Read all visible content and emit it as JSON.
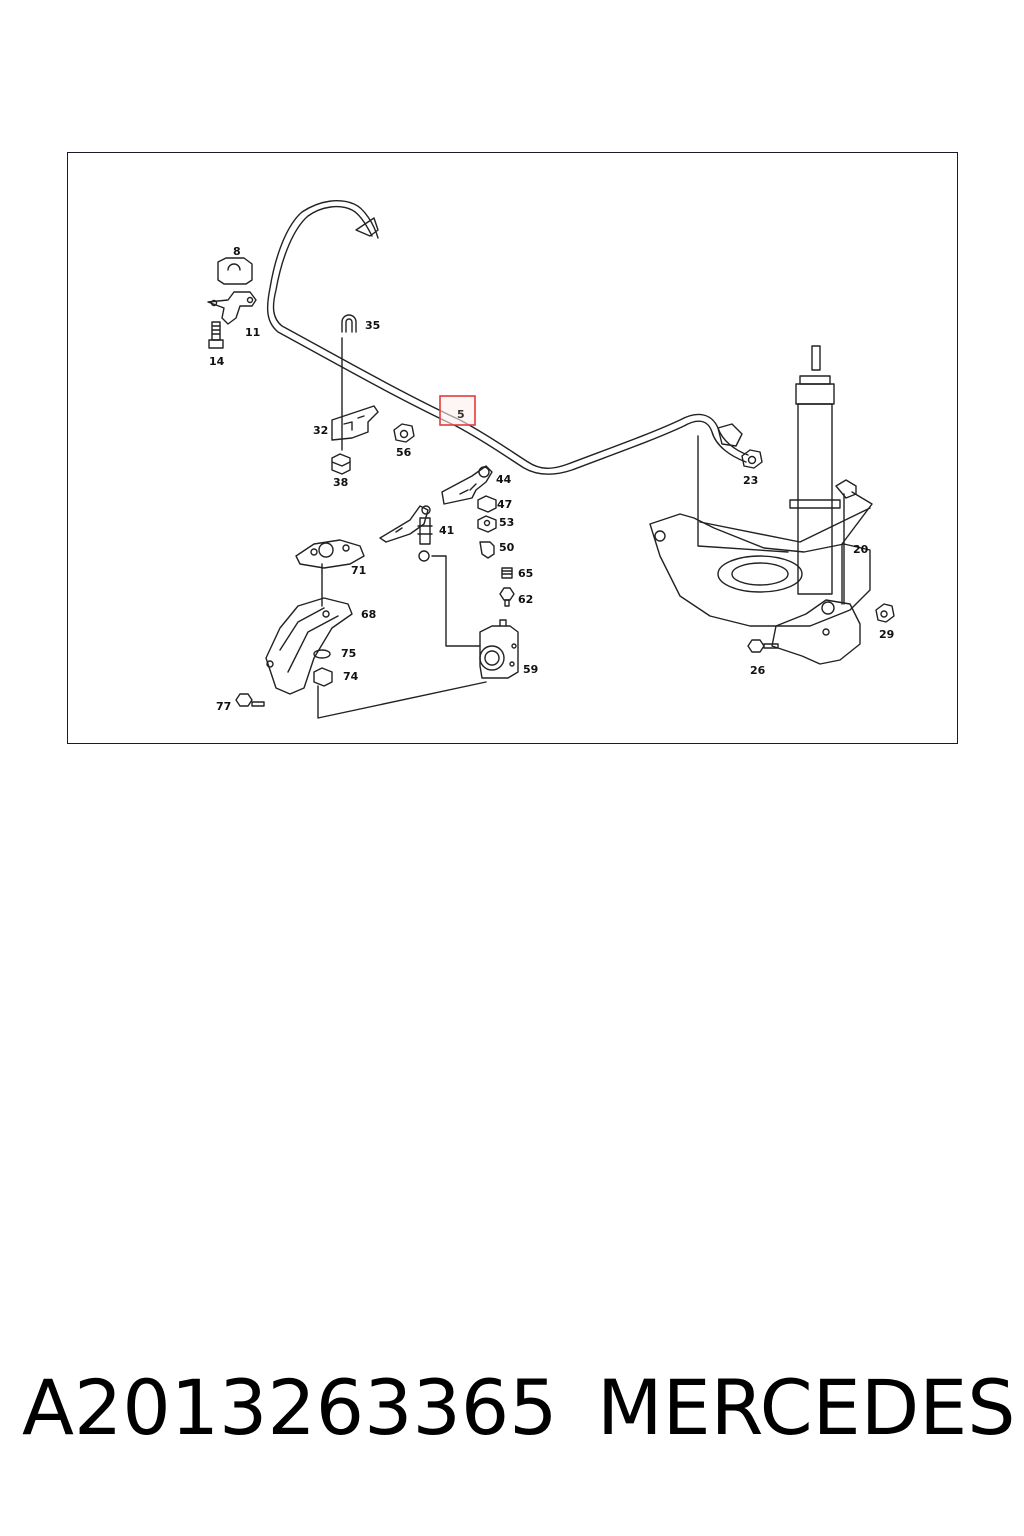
{
  "diagram": {
    "highlighted_part": "5",
    "highlight_color": "#e23b3b",
    "callouts": [
      "8",
      "11",
      "14",
      "35",
      "32",
      "56",
      "38",
      "5",
      "23",
      "44",
      "47",
      "53",
      "41",
      "50",
      "65",
      "62",
      "71",
      "68",
      "75",
      "74",
      "77",
      "59",
      "20",
      "29",
      "26"
    ]
  },
  "caption": {
    "part_number": "A2013263365",
    "brand": "MERCEDES"
  }
}
